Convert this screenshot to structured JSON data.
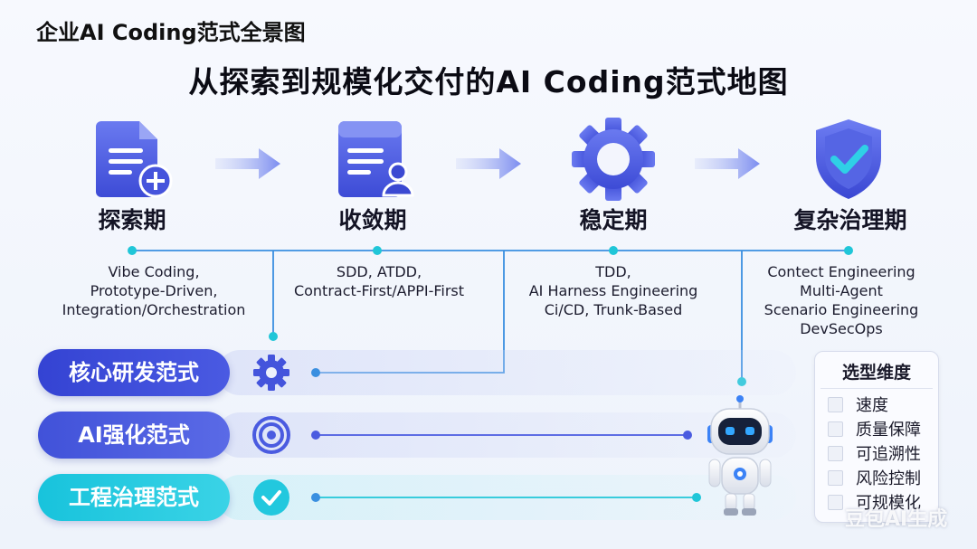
{
  "header": {
    "label": "企业AI Coding范式全景图",
    "title": "从探索到规模化交付的AI Coding范式地图"
  },
  "stages": [
    {
      "name": "探索期",
      "icon": "document-add-icon",
      "lines": [
        "Vibe Coding,",
        "Prototype-Driven,",
        "Integration/Orchestration"
      ]
    },
    {
      "name": "收敛期",
      "icon": "document-user-icon",
      "lines": [
        "SDD, ATDD,",
        "Contract-First/APPI-First"
      ]
    },
    {
      "name": "稳定期",
      "icon": "gear-icon",
      "lines": [
        "TDD,",
        "AI Harness Engineering",
        "Ci/CD, Trunk-Based"
      ]
    },
    {
      "name": "复杂治理期",
      "icon": "shield-check-icon",
      "lines": [
        "Contect Engineering",
        "Multi-Agent",
        "Scenario Engineering",
        "DevSecOps"
      ]
    }
  ],
  "paradigms": [
    {
      "label": "核心研发范式",
      "icon": "gear-icon",
      "color": "#3c4bd8"
    },
    {
      "label": "AI强化范式",
      "icon": "target-icon",
      "color": "#4c5ee0"
    },
    {
      "label": "工程治理范式",
      "icon": "check-circle-icon",
      "color": "#22c8de"
    }
  ],
  "selection_panel": {
    "title": "选型维度",
    "items": [
      "速度",
      "质量保障",
      "可追溯性",
      "风险控制",
      "可规模化"
    ]
  },
  "colors": {
    "accent": "#4a5be0",
    "teal": "#20c6d8",
    "line": "#3a8fe0"
  },
  "watermark": "豆包AI生成"
}
